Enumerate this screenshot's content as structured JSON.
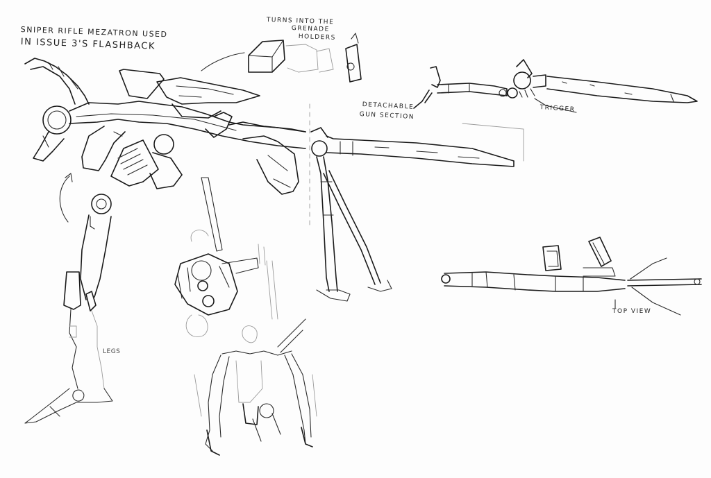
{
  "sheet": {
    "background": "#fdfdfd",
    "ink_color": "#1a1a1a",
    "annotations": {
      "title_line1": "Sniper rifle Mezatron used",
      "title_line2": "in issue 3's flashback",
      "grenade_line1": "Turns into the",
      "grenade_line2": "grenade",
      "grenade_line3": "holders",
      "detachable_line1": "Detachable",
      "detachable_line2": "gun section",
      "trigger": "Trigger",
      "top_view": "Top view",
      "legs": "Legs"
    },
    "drawings": [
      {
        "id": "rifle-side-view",
        "label": "Sniper rifle side view with bipod"
      },
      {
        "id": "grenade-holders",
        "label": "Grenade holder blocks"
      },
      {
        "id": "detached-gun-section",
        "label": "Detached gun section with trigger"
      },
      {
        "id": "rifle-top-view",
        "label": "Rifle top view"
      },
      {
        "id": "robot-leg",
        "label": "Robot leg"
      },
      {
        "id": "transforming-figure",
        "label": "Robot figure transforming"
      },
      {
        "id": "robot-figure-crouching",
        "label": "Robot figure crouching"
      }
    ]
  }
}
